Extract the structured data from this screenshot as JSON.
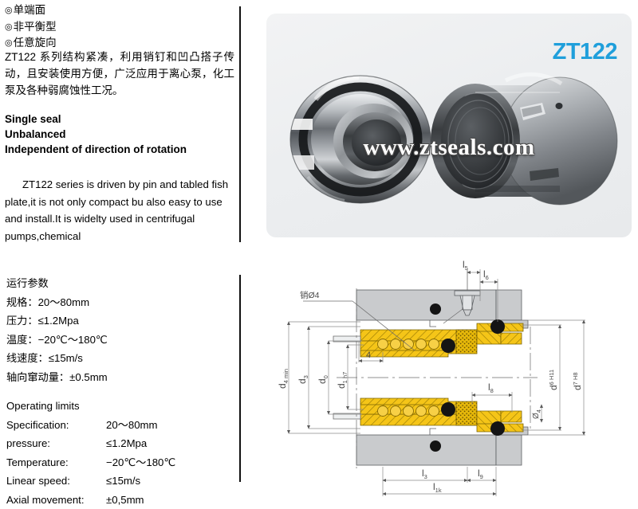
{
  "left": {
    "cn_bullets": [
      {
        "mark": "◎",
        "text": "单端面"
      },
      {
        "mark": "◎",
        "text": "非平衡型"
      },
      {
        "mark": "◎",
        "text": "任意旋向"
      }
    ],
    "cn_paragraph": "ZT122 系列结构紧凑，利用销钉和凹凸搭子传动，且安装使用方便，广泛应用于离心泵，化工泵及各种弱腐蚀性工况。",
    "en_headings": [
      "Single seal",
      "Unbalanced",
      "Independent of direction of rotation"
    ],
    "en_paragraph": "ZT122 series is driven by pin and tabled fish plate,it is  not only compact bu also easy to use and install.It is widelty used in centrifugal pumps,chemical",
    "cn_params": {
      "title": "运行参数",
      "rows": [
        {
          "label": "规格：",
          "value": "20～80mm"
        },
        {
          "label": "压力：",
          "value": "≤1.2Mpa"
        },
        {
          "label": "温度：",
          "value": "−20℃～180℃"
        },
        {
          "label": "线速度：",
          "value": "≤15m/s"
        },
        {
          "label": "轴向窜动量：",
          "value": "±0.5mm"
        }
      ]
    },
    "en_params": {
      "title": "Operating limits",
      "rows": [
        {
          "label": "Specification:",
          "value": "20～80mm"
        },
        {
          "label": "pressure:",
          "value": "≤1.2Mpa"
        },
        {
          "label": "Temperature:",
          "value": "−20℃～180℃"
        },
        {
          "label": "Linear speed:",
          "value": "≤15m/s"
        },
        {
          "label": "Axial movement:",
          "value": "±0,5mm"
        }
      ]
    }
  },
  "photo": {
    "title": "ZT122",
    "watermark": "www.ztseals.com",
    "title_color": "#1f9fdb"
  },
  "drawing": {
    "annotation_pin": "销Ø4",
    "dimensions": {
      "d4min": {
        "base": "d",
        "sub": "4 min"
      },
      "d3": {
        "base": "d",
        "sub": "3"
      },
      "d0": {
        "base": "d",
        "sub": "0"
      },
      "d1h7": {
        "base": "d",
        "sub": "1 h7"
      },
      "d6H11": {
        "base": "d",
        "sub": "6 H11"
      },
      "d7H8": {
        "base": "d",
        "sub": "7 H8"
      },
      "d4": {
        "base": "Ø",
        "sub": "4"
      },
      "l5": {
        "base": "l",
        "sub": "5"
      },
      "l6": {
        "base": "l",
        "sub": "6"
      },
      "l8": {
        "base": "l",
        "sub": "8"
      },
      "l3": {
        "base": "l",
        "sub": "3"
      },
      "l9": {
        "base": "l",
        "sub": "9"
      },
      "l1k": {
        "base": "l",
        "sub": "1k"
      },
      "four": {
        "base": "4",
        "sub": ""
      }
    },
    "colors": {
      "seal_gold": "#F5C518",
      "housing_gray": "#c9cbcd",
      "oring_black": "#1a1a1a",
      "line": "#6b6b6b"
    }
  }
}
